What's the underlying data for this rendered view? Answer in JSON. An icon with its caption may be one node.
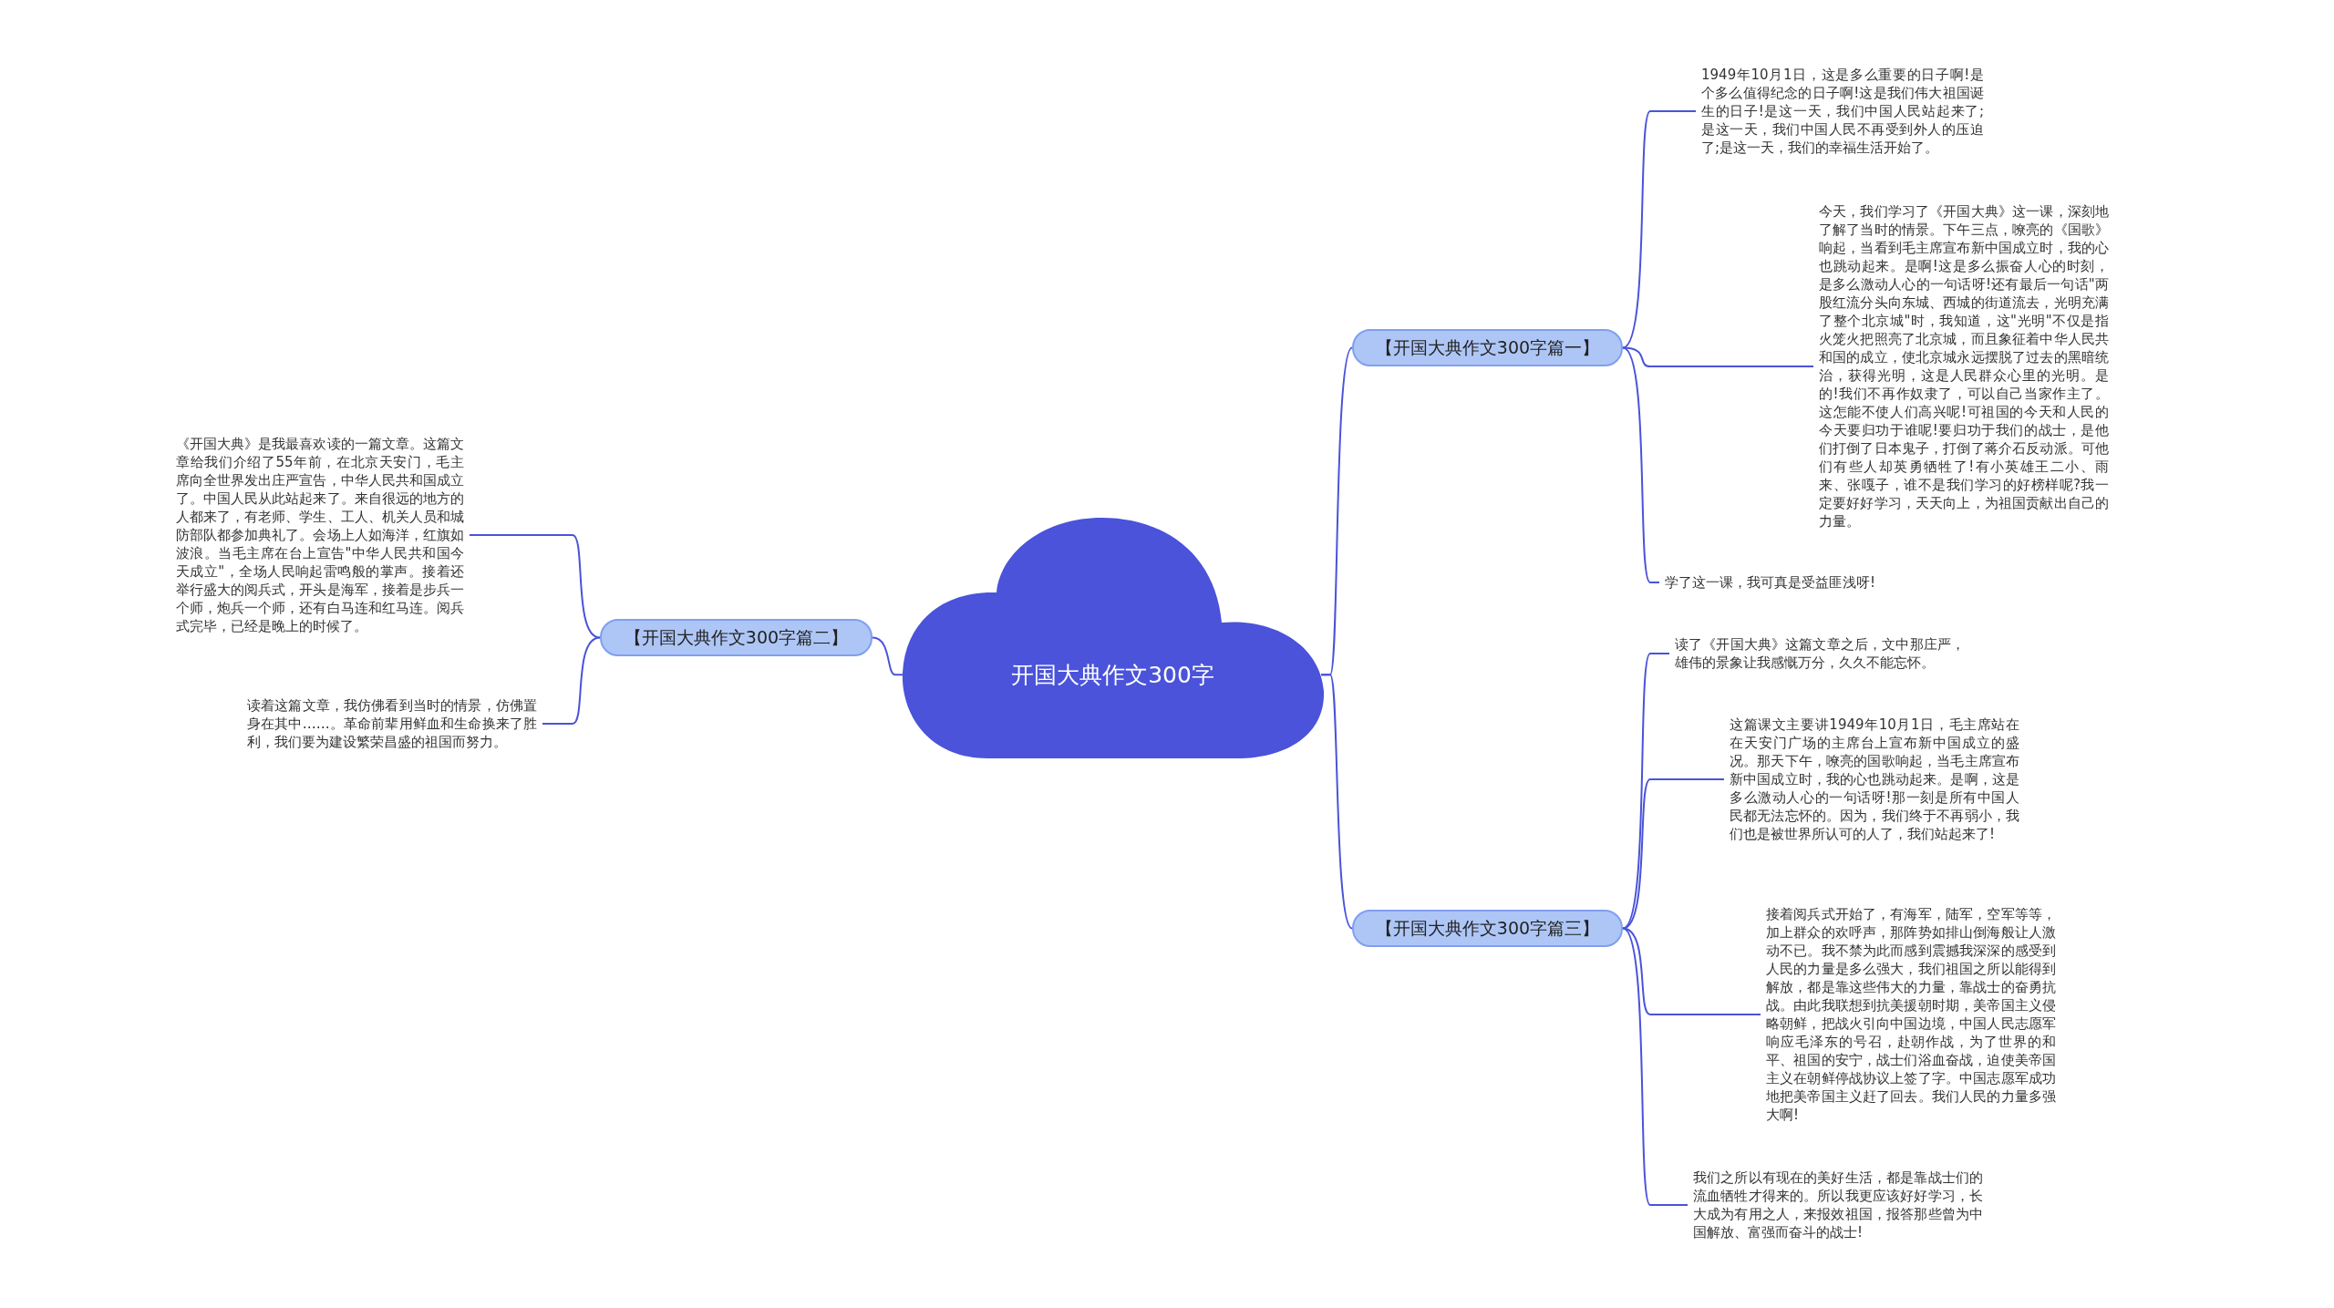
{
  "diagram": {
    "nodes": [
      {
        "text": [
          "开国大典作文300字"
        ]
      },
      {
        "text": [
          "【开国大典作文300字篇一】"
        ]
      },
      {
        "text": [
          "【开国大典作文300字篇二】"
        ]
      },
      {
        "text": [
          "【开国大典作文300字篇三】"
        ]
      },
      {
        "text": [
          "1949年10月1日，这是多么重要的日子啊!是个多么值得纪念的日子啊!这是我们伟大祖国诞生的日子!是这一天，我们中国人民站起来了;是这一天，我们中国人民不再受到外人的压迫了;是这一天，我们的幸福生活开始了。"
        ]
      },
      {
        "text": [
          "今天，我们学习了《开国大典》这一课，深刻地了解了当时的情景。下午三点，嘹亮的《国歌》响起，当看到毛主席宣布新中国成立时，我的心也跳动起来。是啊!这是多么振奋人心的时刻，是多么激动人心的一句话呀!还有最后一句话\"两股红流分头向东城、西城的街道流去，光明充满了整个北京城\"时，我知道，这\"光明\"不仅是指火笼火把照亮了北京城，而且象征着中华人民共和国的成立，使北京城永远摆脱了过去的黑暗统治，获得光明，这是人民群众心里的光明。是的!我们不再作奴隶了，可以自己当家作主了。这怎能不使人们高兴呢!可祖国的今天和人民的今天要归功于谁呢!要归功于我们的战士，是他们打倒了日本鬼子，打倒了蒋介石反动派。可他们有些人却英勇牺牲了!有小英雄王二小、雨来、张嘎子，谁不是我们学习的好榜样呢?我一定要好好学习，天天向上，为祖国贡献出自己的力量。"
        ]
      },
      {
        "text": [
          "学了这一课，我可真是受益匪浅呀!"
        ]
      },
      {
        "text": [
          "《开国大典》是我最喜欢读的一篇文章。这篇文章给我们介绍了55年前，在北京天安门，毛主席向全世界发出庄严宣告，中华人民共和国成立了。中国人民从此站起来了。来自很远的地方的人都来了，有老师、学生、工人、机关人员和城防部队都参加典礼了。会场上人如海洋，红旗如波浪。当毛主席在台上宣告\"中华人民共和国今天成立\"，全场人民响起雷鸣般的掌声。接着还举行盛大的阅兵式，开头是海军，接着是步兵一个师，炮兵一个师，还有白马连和红马连。阅兵式完毕，已经是晚上的时候了。"
        ]
      },
      {
        "text": [
          "读着这篇文章，我仿佛看到当时的情景，仿佛置身在其中……。革命前辈用鲜血和生命换来了胜利，我们要为建设繁荣昌盛的祖国而努力。"
        ]
      },
      {
        "text": [
          "读了《开国大典》这篇文章之后，文中那庄严，雄伟的景象让我感慨万分，久久不能忘怀。"
        ]
      },
      {
        "text": [
          "这篇课文主要讲1949年10月1日，毛主席站在在天安门广场的主席台上宣布新中国成立的盛况。那天下午，嘹亮的国歌响起，当毛主席宣布新中国成立时，我的心也跳动起来。是啊，这是多么激动人心的一句话呀!那一刻是所有中国人民都无法忘怀的。因为，我们终于不再弱小，我们也是被世界所认可的人了，我们站起来了!"
        ]
      },
      {
        "text": [
          "接着阅兵式开始了，有海军，陆军，空军等等，加上群众的欢呼声，那阵势如排山倒海般让人激动不已。我不禁为此而感到震撼我深深的感受到人民的力量是多么强大，我们祖国之所以能得到解放，都是靠这些伟大的力量，靠战士的奋勇抗战。由此我联想到抗美援朝时期，美帝国主义侵略朝鲜，把战火引向中国边境，中国人民志愿军响应毛泽东的号召，赴朝作战，为了世界的和平、祖国的安宁，战士们浴血奋战，迫使美帝国主义在朝鲜停战协议上签了字。中国志愿军成功地把美帝国主义赶了回去。我们人民的力量多强大啊!"
        ]
      },
      {
        "text": [
          "我们之所以有现在的美好生活，都是靠战士们的流血牺牲才得来的。所以我更应该好好学习，长大成为有用之人，来报效祖国，报答那些曾为中国解放、富强而奋斗的战士!"
        ]
      }
    ],
    "edges": [
      {
        "from": 0,
        "to": 1,
        "arrow": "none"
      },
      {
        "from": 0,
        "to": 2,
        "arrow": "none"
      },
      {
        "from": 0,
        "to": 3,
        "arrow": "none"
      },
      {
        "from": 1,
        "to": 4,
        "arrow": "none"
      },
      {
        "from": 1,
        "to": 5,
        "arrow": "none"
      },
      {
        "from": 1,
        "to": 6,
        "arrow": "none"
      },
      {
        "from": 2,
        "to": 7,
        "arrow": "none"
      },
      {
        "from": 2,
        "to": 8,
        "arrow": "none"
      },
      {
        "from": 3,
        "to": 9,
        "arrow": "none"
      },
      {
        "from": 3,
        "to": 10,
        "arrow": "none"
      },
      {
        "from": 3,
        "to": 11,
        "arrow": "none"
      },
      {
        "from": 3,
        "to": 12,
        "arrow": "none"
      }
    ]
  }
}
